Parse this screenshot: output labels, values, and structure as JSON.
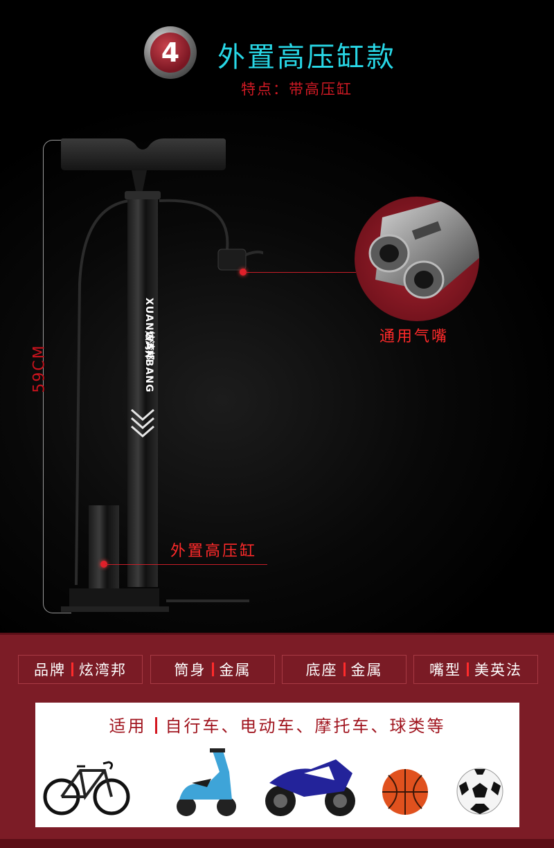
{
  "header": {
    "number": "4",
    "title": "外置高压缸款",
    "subtitle": "特点：带高压缸"
  },
  "product": {
    "height_label": "59CM",
    "brand_vertical_cn": "炫湾邦",
    "brand_vertical_en": "XUANWANBANG",
    "nozzle_label": "通用气嘴",
    "cylinder_label": "外置高压缸"
  },
  "specs": [
    {
      "key": "品牌",
      "value": "炫湾邦"
    },
    {
      "key": "筒身",
      "value": "金属"
    },
    {
      "key": "底座",
      "value": "金属"
    },
    {
      "key": "嘴型",
      "value": "美英法"
    }
  ],
  "usage": {
    "label": "适用",
    "text": "自行车、电动车、摩托车、球类等"
  },
  "colors": {
    "title": "#28d7e6",
    "accent_red": "#d11a24",
    "band": "#7c1c26"
  },
  "icons": [
    "bicycle-icon",
    "scooter-icon",
    "motorcycle-icon",
    "basketball-icon",
    "soccer-ball-icon"
  ]
}
